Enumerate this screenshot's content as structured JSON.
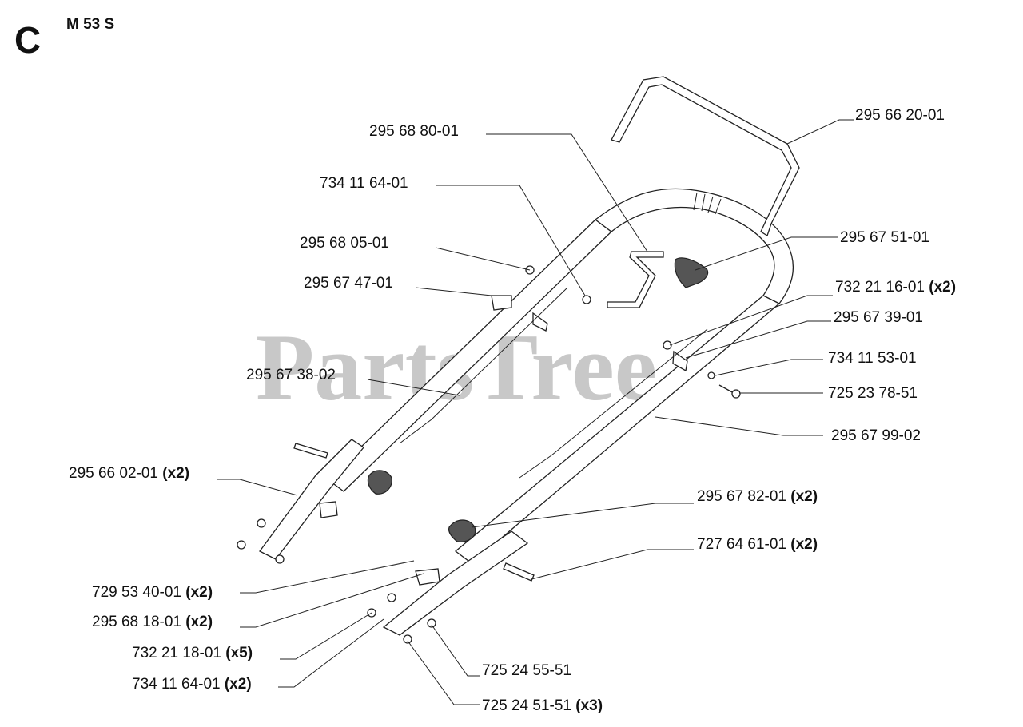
{
  "section_letter": "C",
  "model": "M 53 S",
  "watermark": "PartsTree",
  "parts": [
    {
      "part": "295 66 20-01",
      "qty": ""
    },
    {
      "part": "295 68 80-01",
      "qty": ""
    },
    {
      "part": "734 11 64-01",
      "qty": ""
    },
    {
      "part": "295 67 51-01",
      "qty": ""
    },
    {
      "part": "295 68 05-01",
      "qty": ""
    },
    {
      "part": "295 67 47-01",
      "qty": ""
    },
    {
      "part": "732 21 16-01",
      "qty": "(x2)"
    },
    {
      "part": "295 67 39-01",
      "qty": ""
    },
    {
      "part": "734 11 53-01",
      "qty": ""
    },
    {
      "part": "295 67 38-02",
      "qty": ""
    },
    {
      "part": "725 23 78-51",
      "qty": ""
    },
    {
      "part": "295 67 99-02",
      "qty": ""
    },
    {
      "part": "295 66 02-01",
      "qty": "(x2)"
    },
    {
      "part": "295 67 82-01",
      "qty": "(x2)"
    },
    {
      "part": "727 64 61-01",
      "qty": "(x2)"
    },
    {
      "part": "729 53 40-01",
      "qty": "(x2)"
    },
    {
      "part": "295 68 18-01",
      "qty": "(x2)"
    },
    {
      "part": "732 21 18-01",
      "qty": "(x5)"
    },
    {
      "part": "734 11 64-01",
      "qty": "(x2)"
    },
    {
      "part": "725 24 55-51",
      "qty": ""
    },
    {
      "part": "725 24 51-51",
      "qty": "(x3)"
    }
  ]
}
